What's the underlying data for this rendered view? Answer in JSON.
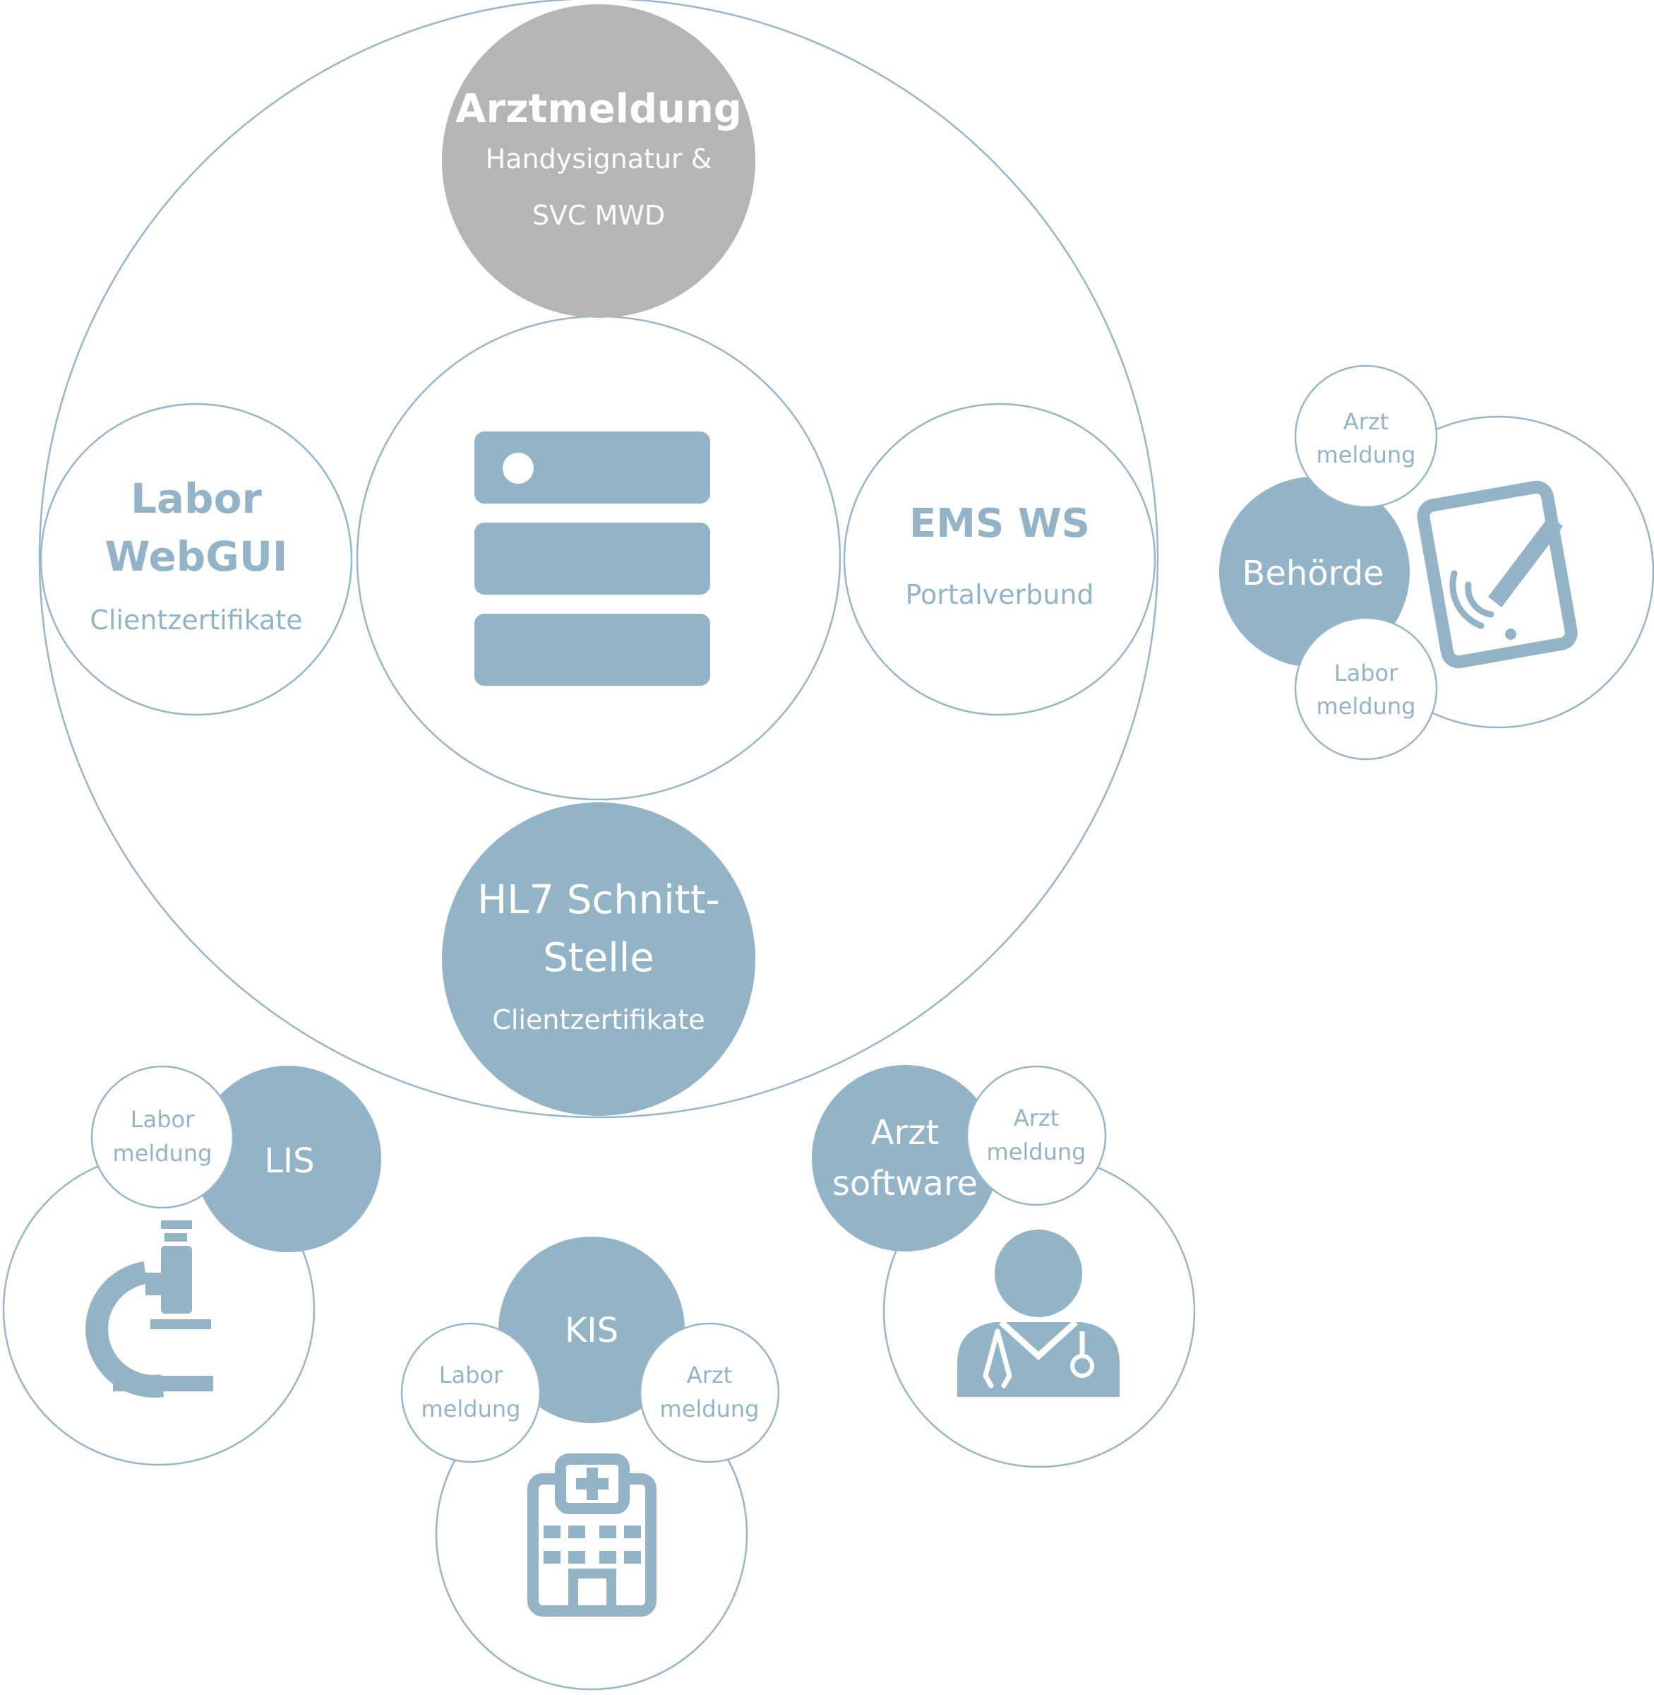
{
  "arztmeldung": {
    "title": "Arztmeldung",
    "line1": "Handysignatur &",
    "line2": "SVC MWD"
  },
  "labor_webgui": {
    "line1": "Labor",
    "line2": "WebGUI",
    "subtitle": "Clientzertifikate"
  },
  "ems_ws": {
    "title": "EMS WS",
    "subtitle": "Portalverbund"
  },
  "hl7": {
    "line1": "HL7 Schnitt-",
    "line2": "Stelle",
    "subtitle": "Clientzertifikate"
  },
  "behoerde": {
    "label": "Behörde",
    "arzt_line1": "Arzt",
    "arzt_line2": "meldung",
    "labor_line1": "Labor",
    "labor_line2": "meldung"
  },
  "lis": {
    "label": "LIS",
    "labor_line1": "Labor",
    "labor_line2": "meldung"
  },
  "kis": {
    "label": "KIS",
    "labor_line1": "Labor",
    "labor_line2": "meldung",
    "arzt_line1": "Arzt",
    "arzt_line2": "meldung"
  },
  "arztsoftware": {
    "line1": "Arzt",
    "line2": "software",
    "arzt_line1": "Arzt",
    "arzt_line2": "meldung"
  },
  "colors": {
    "accent_blue": "#93b4c7",
    "outline": "#96b6c9",
    "gray": "#b5b5b5"
  }
}
